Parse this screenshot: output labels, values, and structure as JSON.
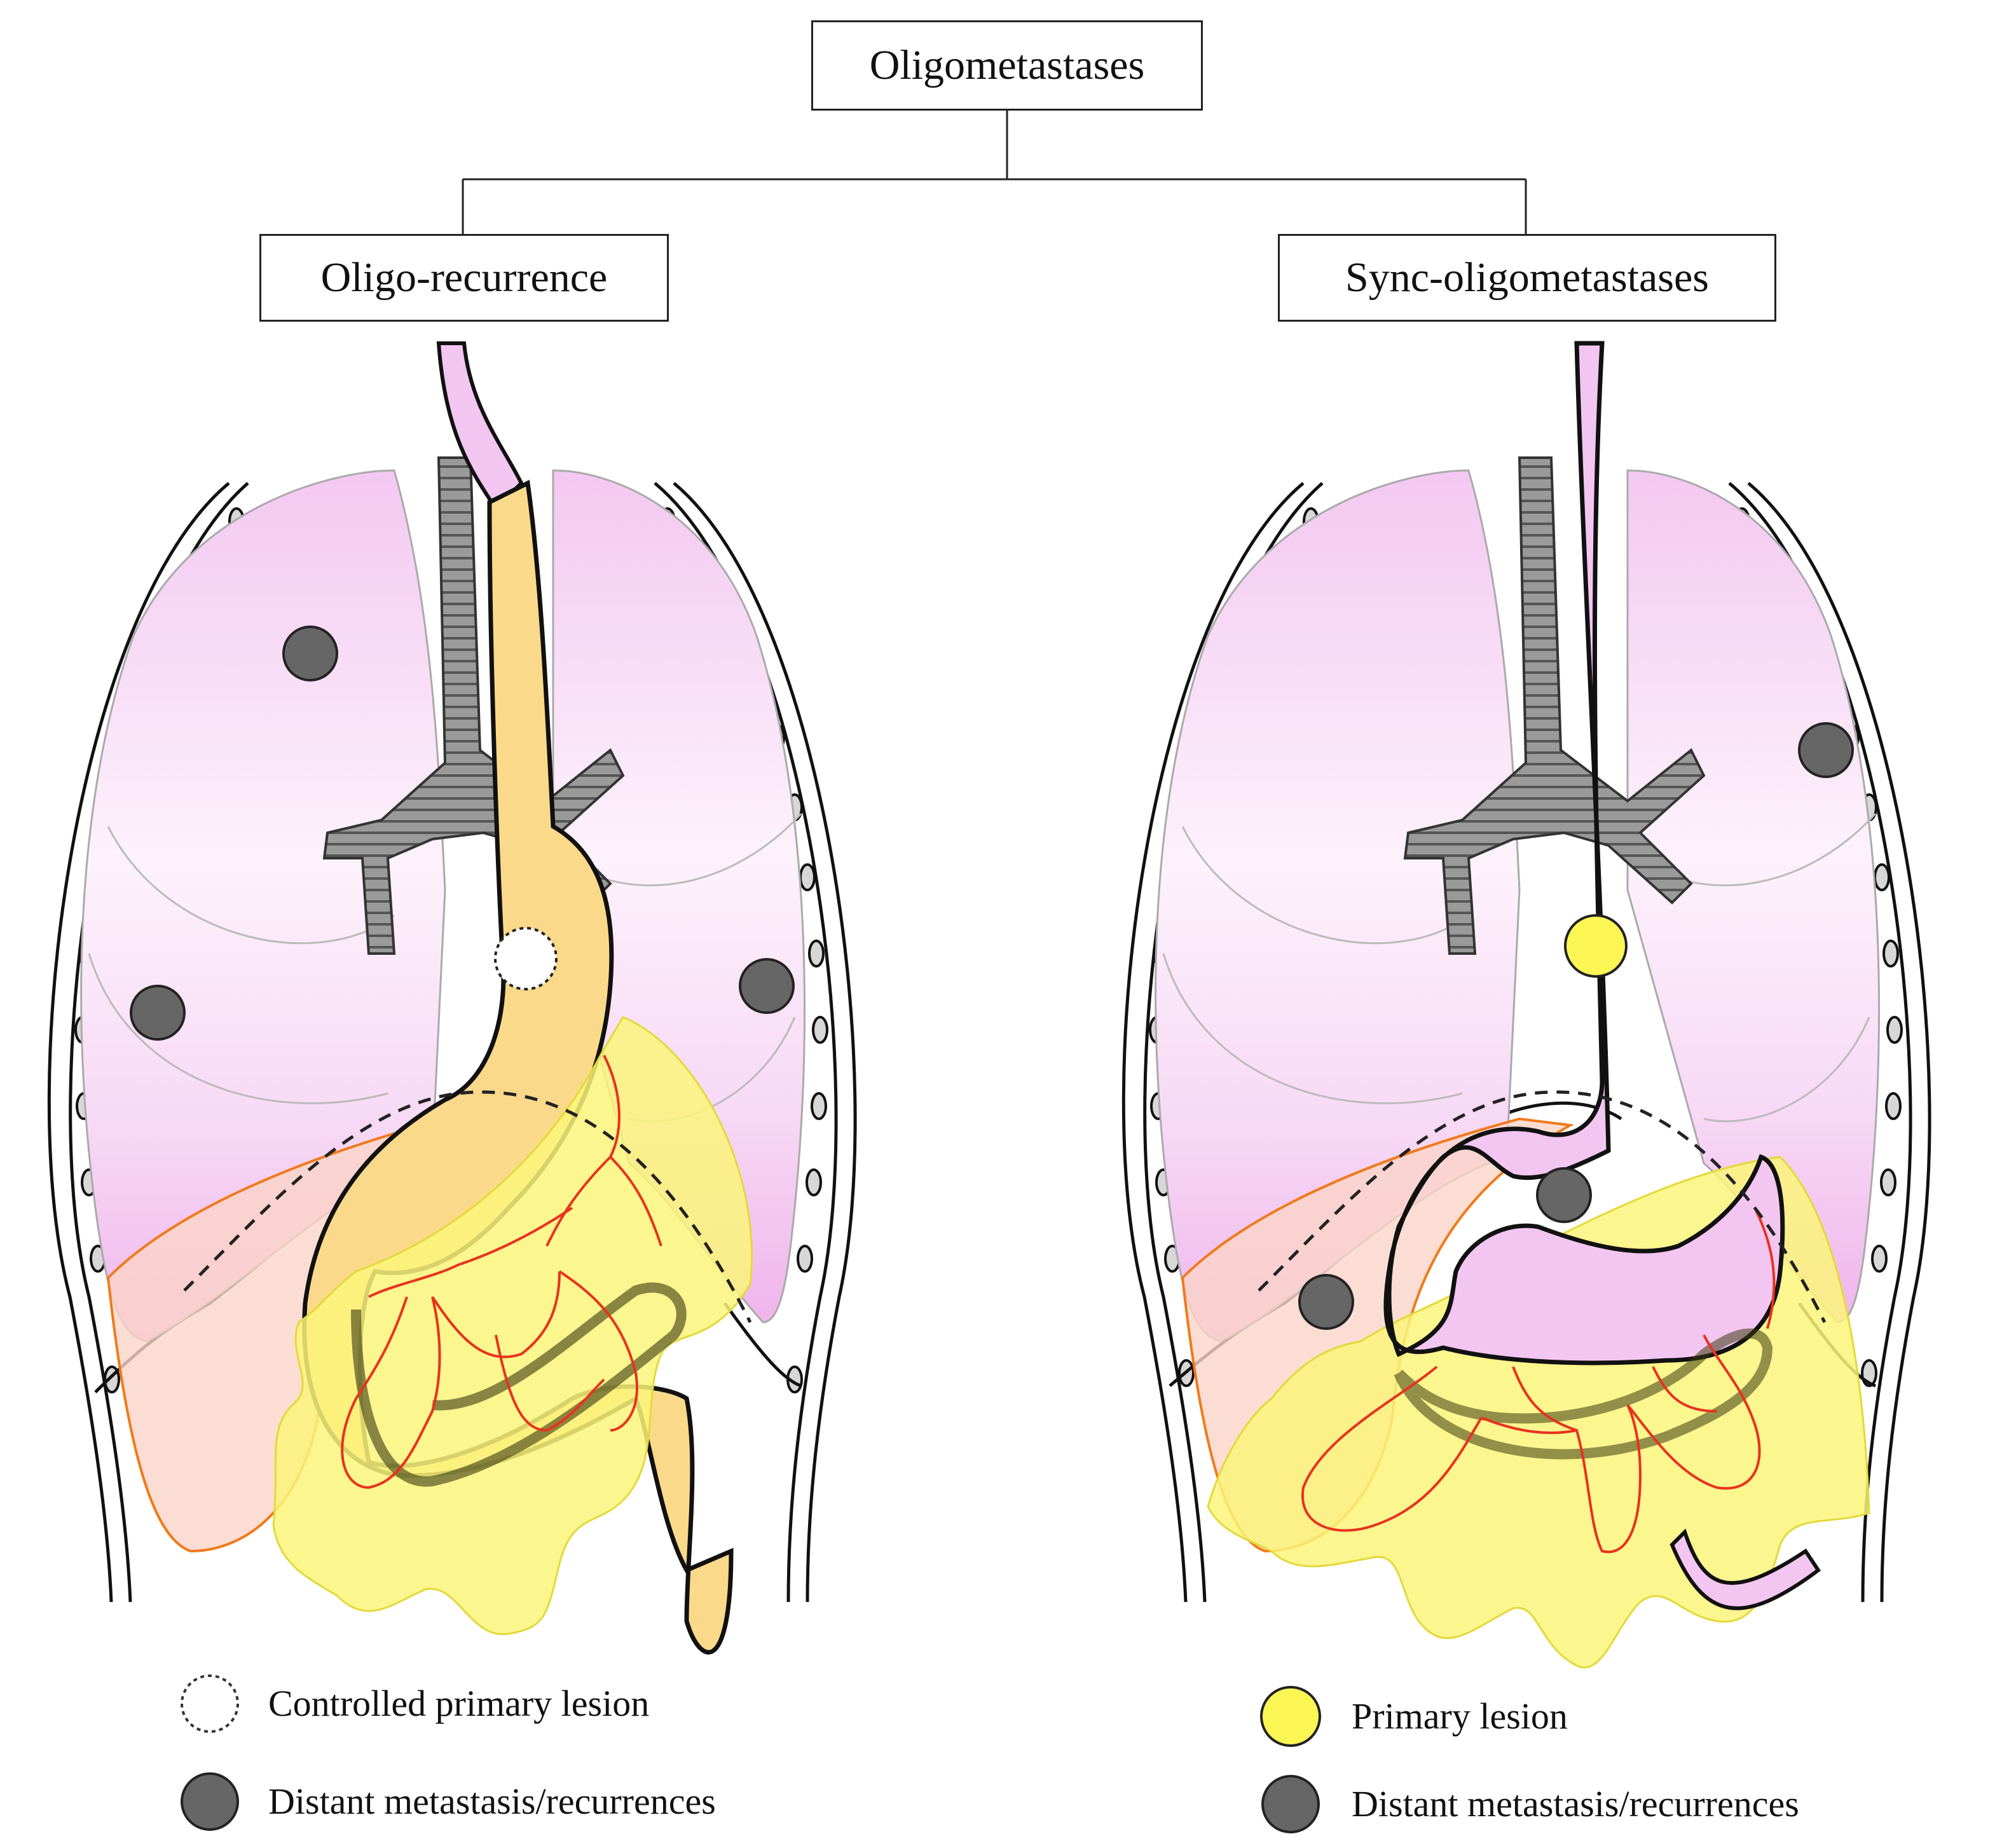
{
  "tree": {
    "root": "Oligometastases",
    "left": "Oligo-recurrence",
    "right": "Sync-oligometastases"
  },
  "legend_left": [
    {
      "marker": "dotted-white-circle",
      "label": "Controlled primary lesion"
    },
    {
      "marker": "gray-circle",
      "label": "Distant metastasis/recurrences"
    }
  ],
  "legend_right": [
    {
      "marker": "yellow-circle",
      "label": "Primary lesion"
    },
    {
      "marker": "gray-circle",
      "label": "Distant metastasis/recurrences"
    }
  ],
  "colors": {
    "lung": "#f2c8f0",
    "esophagus_left": "#fbd98a",
    "esophagus_right": "#f3c6f1",
    "omentum": "#fbf47a",
    "liver": "#f9d2c4",
    "metastasis": "#666666",
    "primary_lesion": "#fcf655",
    "vessels": "#e8321e",
    "trachea": "#8c8c8c"
  }
}
